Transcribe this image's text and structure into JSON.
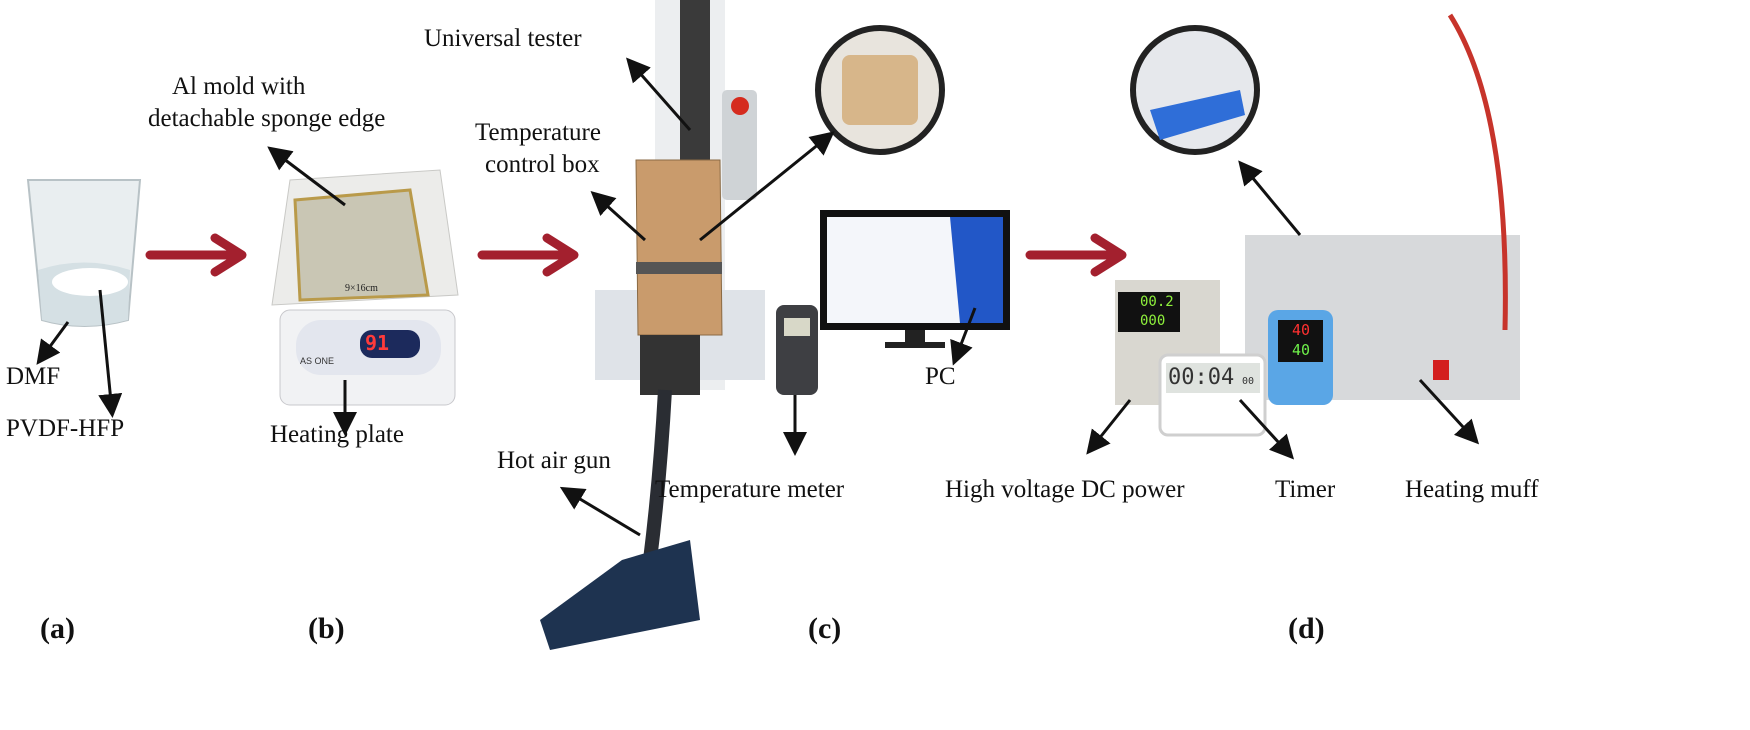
{
  "labels": {
    "universal_tester": "Universal tester",
    "al_mold_line1": "Al mold with",
    "al_mold_line2": "detachable sponge edge",
    "temp_box_line1": "Temperature",
    "temp_box_line2": "control box",
    "dmf": "DMF",
    "pvdf": "PVDF-HFP",
    "heating_plate": "Heating plate",
    "hot_air_gun": "Hot air gun",
    "temperature_meter": "Temperature meter",
    "pc": "PC",
    "hv_power": "High voltage DC power",
    "timer": "Timer",
    "heating_muff": "Heating muff"
  },
  "panels": {
    "a": "(a)",
    "b": "(b)",
    "c": "(c)",
    "d": "(d)"
  },
  "displays": {
    "hotplate_brand": "AS ONE",
    "hotplate_temp": "91",
    "mold_note": "9×16cm",
    "power_voltage": "00.2",
    "power_current": "000",
    "timer": "00:04",
    "timer_sub": "00",
    "muff_pv": "40",
    "muff_sv": "40"
  },
  "colors": {
    "flow_arrow": "#a3202e",
    "pointer_arrow": "#111111"
  }
}
